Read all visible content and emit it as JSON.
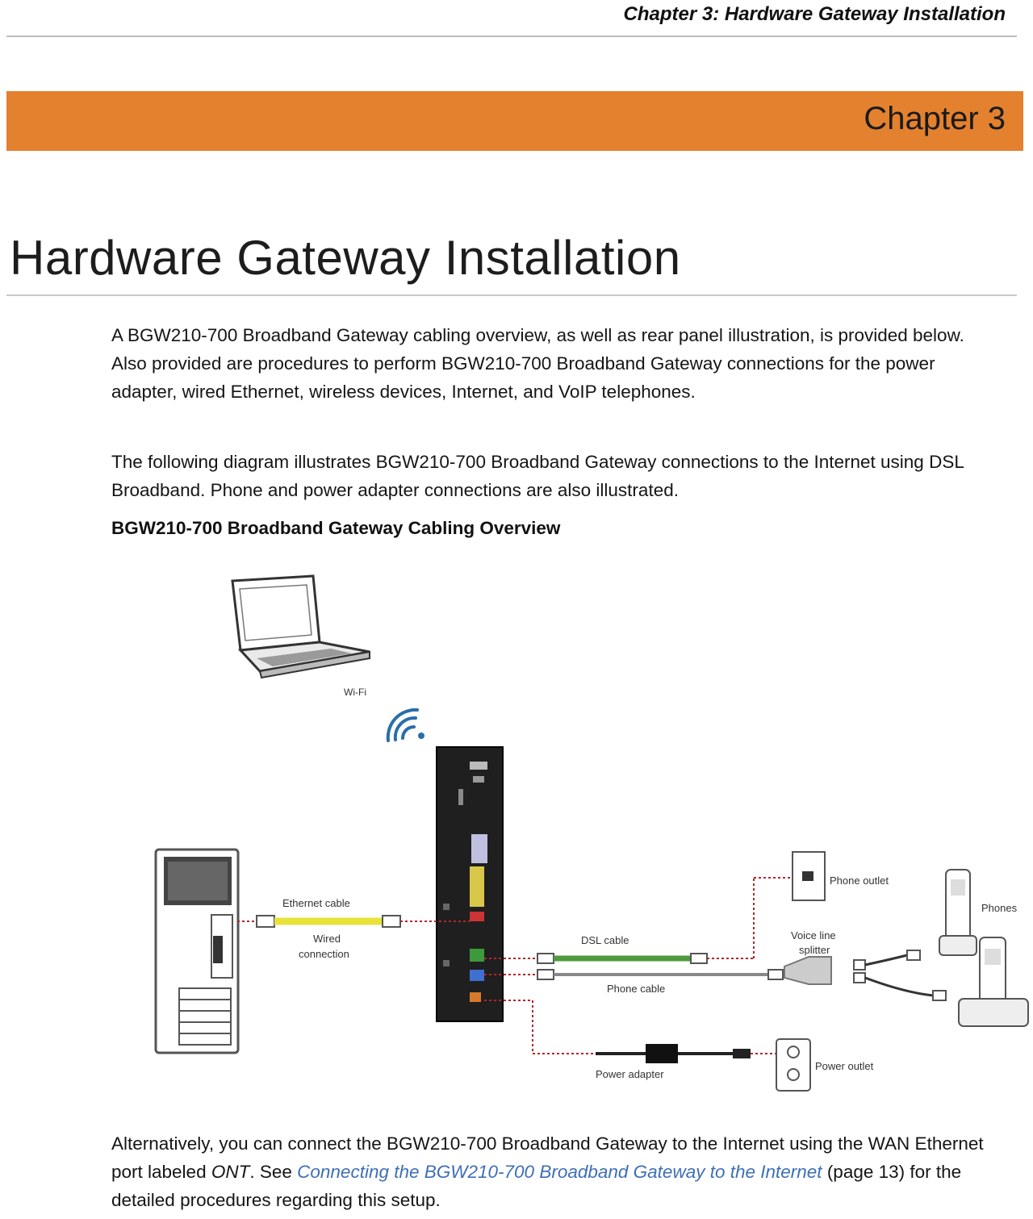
{
  "header": {
    "running_title": "Chapter 3: Hardware Gateway Installation"
  },
  "chapter": {
    "label": "Chapter 3",
    "accent_color": "#e3812f"
  },
  "title": "Hardware Gateway Installation",
  "intro": {
    "p1": "A BGW210-700 Broadband Gateway cabling overview, as well as rear panel illustration, is provided below. Also provided are procedures to perform BGW210-700 Broadband Gateway connections for the power adapter, wired Ethernet, wireless devices, Internet, and VoIP telephones.",
    "p2": "The following diagram illustrates BGW210-700 Broadband Gateway connections to the Internet using DSL Broadband. Phone and power adapter connections are also illustrated."
  },
  "figure": {
    "title": "BGW210-700 Broadband Gateway Cabling Overview",
    "labels": {
      "wifi": "Wi-Fi",
      "ethernet_cable": "Ethernet cable",
      "wired_connection_1": "Wired",
      "wired_connection_2": "connection",
      "dsl_cable": "DSL cable",
      "phone_cable": "Phone cable",
      "phone_outlet": "Phone outlet",
      "phones": "Phones",
      "splitter_1": "Voice line",
      "splitter_2": "splitter",
      "power_adapter": "Power adapter",
      "power_outlet": "Power outlet"
    },
    "colors": {
      "ethernet": "#e8e23a",
      "dsl": "#4f9a3c",
      "dotted_link": "#b3262b",
      "wifi": "#2a6ea8"
    }
  },
  "closing": {
    "part1": "Alternatively, you can connect the BGW210-700 Broadband Gateway to the Internet using the WAN Ethernet port labeled ",
    "ont": "ONT",
    "part2": ". See ",
    "link": "Connecting the BGW210-700 Broadband Gateway to the Internet",
    "part3": " (page 13) for the detailed procedures regarding this setup."
  }
}
